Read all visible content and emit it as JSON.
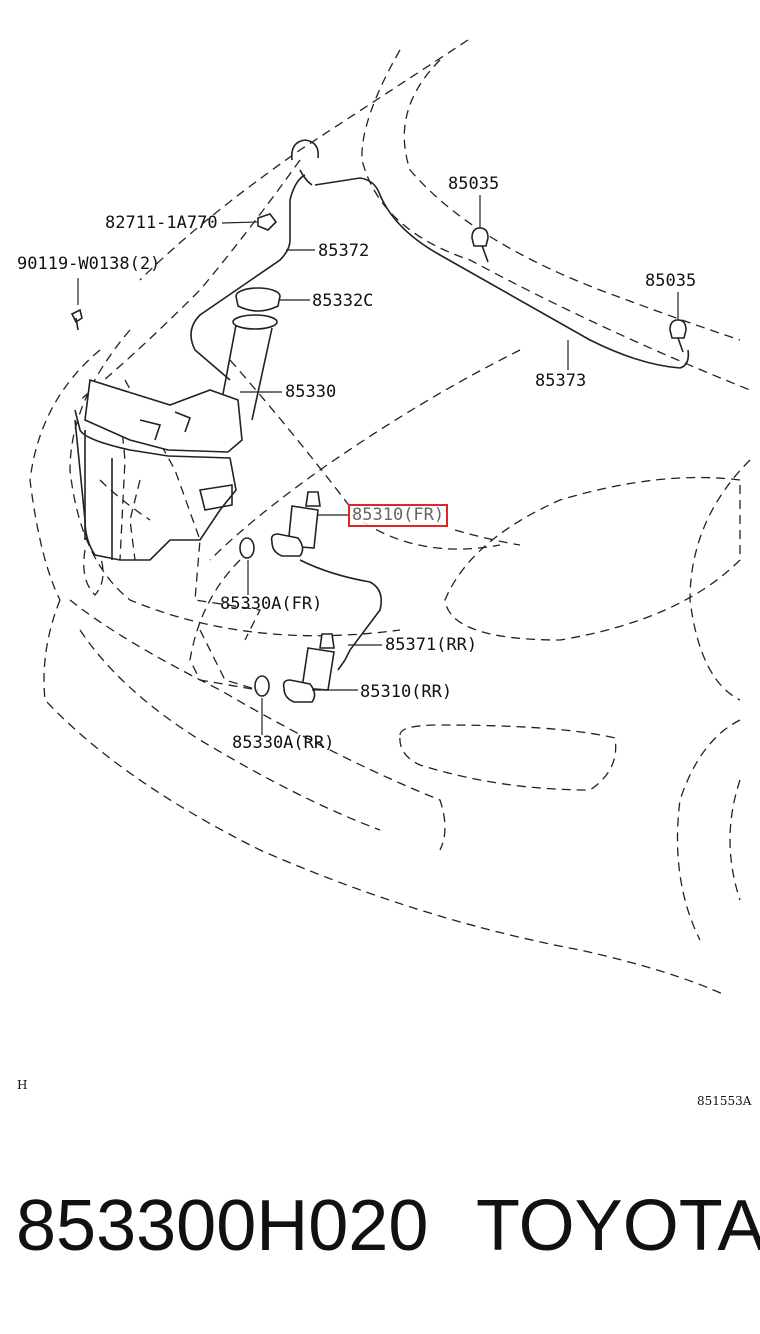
{
  "diagram": {
    "labels": {
      "p85035_a": "85035",
      "p85035_b": "85035",
      "p82711": "82711-1A770",
      "p90119": "90119-W0138(2)",
      "p85372": "85372",
      "p85332c": "85332C",
      "p85330": "85330",
      "p85373": "85373",
      "p85310fr": "85310(FR)",
      "p85330a_fr": "85330A(FR)",
      "p85371rr": "85371(RR)",
      "p85310rr": "85310(RR)",
      "p85330a_rr": "85330A(RR)"
    },
    "highlighted_part": "85310(FR)",
    "highlight_color": "#e0242a",
    "corner_mark": "H",
    "figure_code": "851553A"
  },
  "footer": {
    "part_number": "853300H020",
    "brand": "TOYOTA"
  }
}
